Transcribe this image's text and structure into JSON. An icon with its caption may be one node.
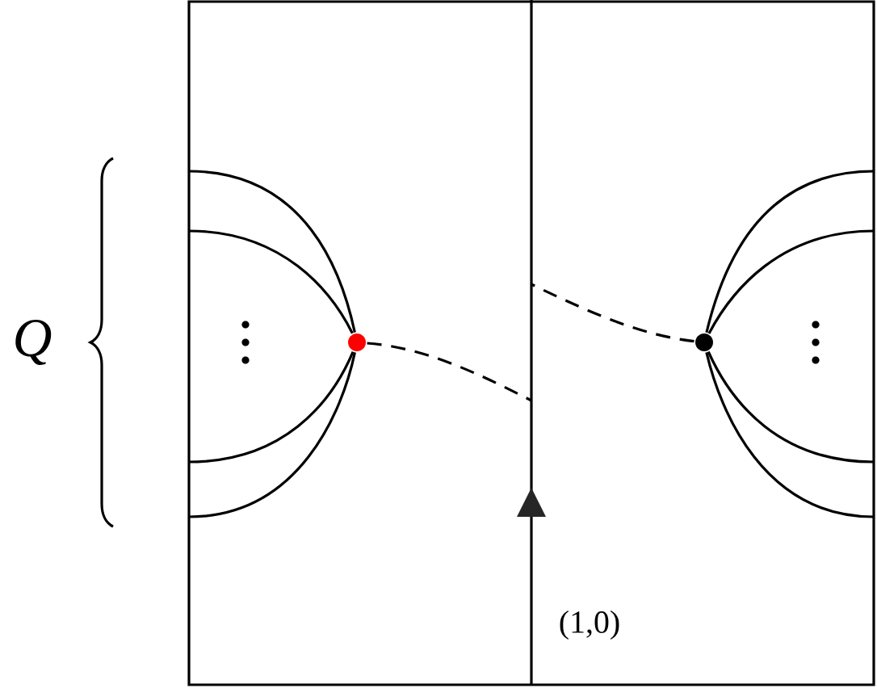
{
  "diagram": {
    "nodes": [
      {
        "text": [],
        "shape": "circle"
      },
      {
        "text": [],
        "shape": "circle"
      }
    ],
    "edges": [
      {
        "from": null,
        "to": 0,
        "arrow": "none"
      },
      {
        "from": null,
        "to": 0,
        "arrow": "none"
      },
      {
        "from": null,
        "to": 0,
        "arrow": "none"
      },
      {
        "from": null,
        "to": 0,
        "arrow": "none"
      },
      {
        "from": 0,
        "to": null,
        "arrow": "none",
        "style": "dashed"
      },
      {
        "from": 1,
        "to": null,
        "arrow": "none",
        "style": "dashed"
      },
      {
        "from": null,
        "to": 1,
        "arrow": "none"
      },
      {
        "from": null,
        "to": 1,
        "arrow": "none"
      },
      {
        "from": null,
        "to": 1,
        "arrow": "none"
      },
      {
        "from": null,
        "to": 1,
        "arrow": "none"
      }
    ],
    "labels": [
      "Q",
      "(1,0)"
    ]
  }
}
